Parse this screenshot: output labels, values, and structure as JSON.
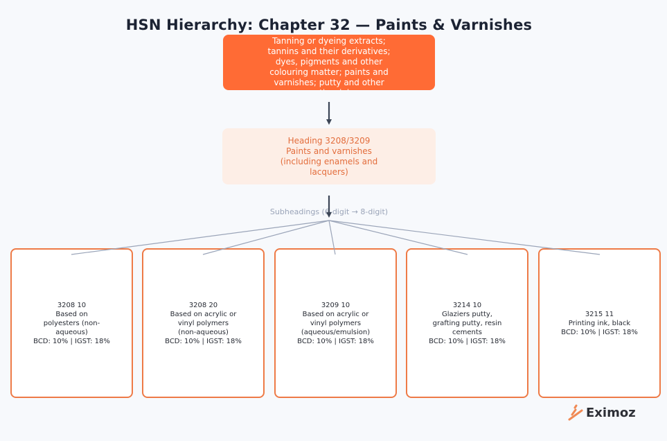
{
  "title": "HSN Hierarchy: Chapter 32 — Paints & Varnishes",
  "chapter": {
    "text": "Tanning or dyeing extracts; tannins and their derivatives; dyes, pigments and other colouring matter; paints and varnishes; putty and other mastics; inks"
  },
  "heading": {
    "line1": "Heading 3208/3209",
    "line2": "Paints and varnishes",
    "line3": "(including enamels and",
    "line4": "lacquers)"
  },
  "subheadings_caption": "Subheadings (6-digit → 8-digit)",
  "subheadings": [
    {
      "code": "3208 10",
      "desc": "Based on polyesters (non-aqueous)",
      "duty": "BCD: 10% | IGST: 18%"
    },
    {
      "code": "3208 20",
      "desc": "Based on acrylic or vinyl polymers (non-aqueous)",
      "duty": "BCD: 10% | IGST: 18%"
    },
    {
      "code": "3209 10",
      "desc": "Based on acrylic or vinyl polymers (aqueous/emulsion)",
      "duty": "BCD: 10% | IGST: 18%"
    },
    {
      "code": "3214 10",
      "desc": "Glaziers putty, grafting putty, resin cements",
      "duty": "BCD: 10% | IGST: 18%"
    },
    {
      "code": "3215 11",
      "desc": "Printing ink, black",
      "duty": "BCD: 10% | IGST: 18%"
    }
  ],
  "logo": {
    "text": "Eximoz"
  },
  "colors": {
    "chapter_fill": "#ff6b35",
    "heading_fill": "#fdeee6",
    "card_border": "#ee7a46",
    "arrow": "#3b4556",
    "connector": "#9aa4b8"
  }
}
